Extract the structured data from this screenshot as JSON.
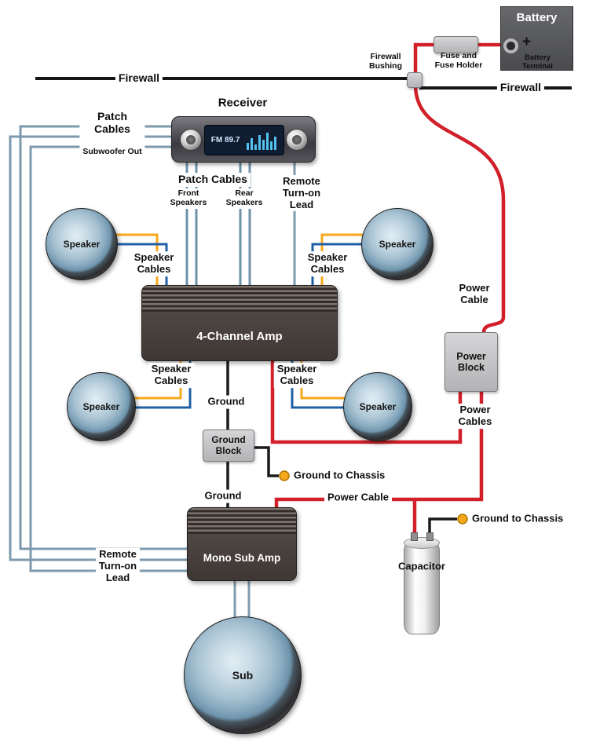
{
  "colors": {
    "power_wire": "#d1202a",
    "patch_wire": "#7d9aae",
    "speaker_wire_blue": "#1f5fa6",
    "speaker_wire_yellow": "#f5a81c",
    "ground_wire": "#1a1a1a"
  },
  "battery": {
    "name": "Battery",
    "terminal": "Battery\nTerminal",
    "plus": "+"
  },
  "fuse": {
    "label": "Fuse and\nFuse Holder"
  },
  "firewall": {
    "left": "Firewall",
    "right": "Firewall",
    "bushing": "Firewall\nBushing"
  },
  "receiver": {
    "label": "Receiver",
    "station": "FM 89.7"
  },
  "patch": {
    "subwoofer_title": "Patch\nCables",
    "subwoofer_sub": "Subwoofer Out",
    "main": "Patch Cables",
    "front": "Front\nSpeakers",
    "rear": "Rear\nSpeakers"
  },
  "remote": {
    "top": "Remote\nTurn-on\nLead",
    "bottom": "Remote\nTurn-on\nLead"
  },
  "speakers": {
    "front_left": "Speaker",
    "front_right": "Speaker",
    "rear_left": "Speaker",
    "rear_right": "Speaker",
    "sub": "Sub",
    "cables_front_left": "Speaker\nCables",
    "cables_front_right": "Speaker\nCables",
    "cables_rear_left": "Speaker\nCables",
    "cables_rear_right": "Speaker\nCables"
  },
  "amps": {
    "four_channel": "4-Channel Amp",
    "mono_sub": "Mono Sub Amp"
  },
  "power": {
    "cable_top": "Power\nCable",
    "block": "Power\nBlock",
    "cables": "Power\nCables",
    "cable_mid": "Power Cable"
  },
  "ground": {
    "top": "Ground",
    "block": "Ground\nBlock",
    "bottom": "Ground",
    "chassis_right": "Ground to Chassis",
    "chassis_lower": "Ground to Chassis"
  },
  "capacitor": {
    "label": "Capacitor"
  }
}
